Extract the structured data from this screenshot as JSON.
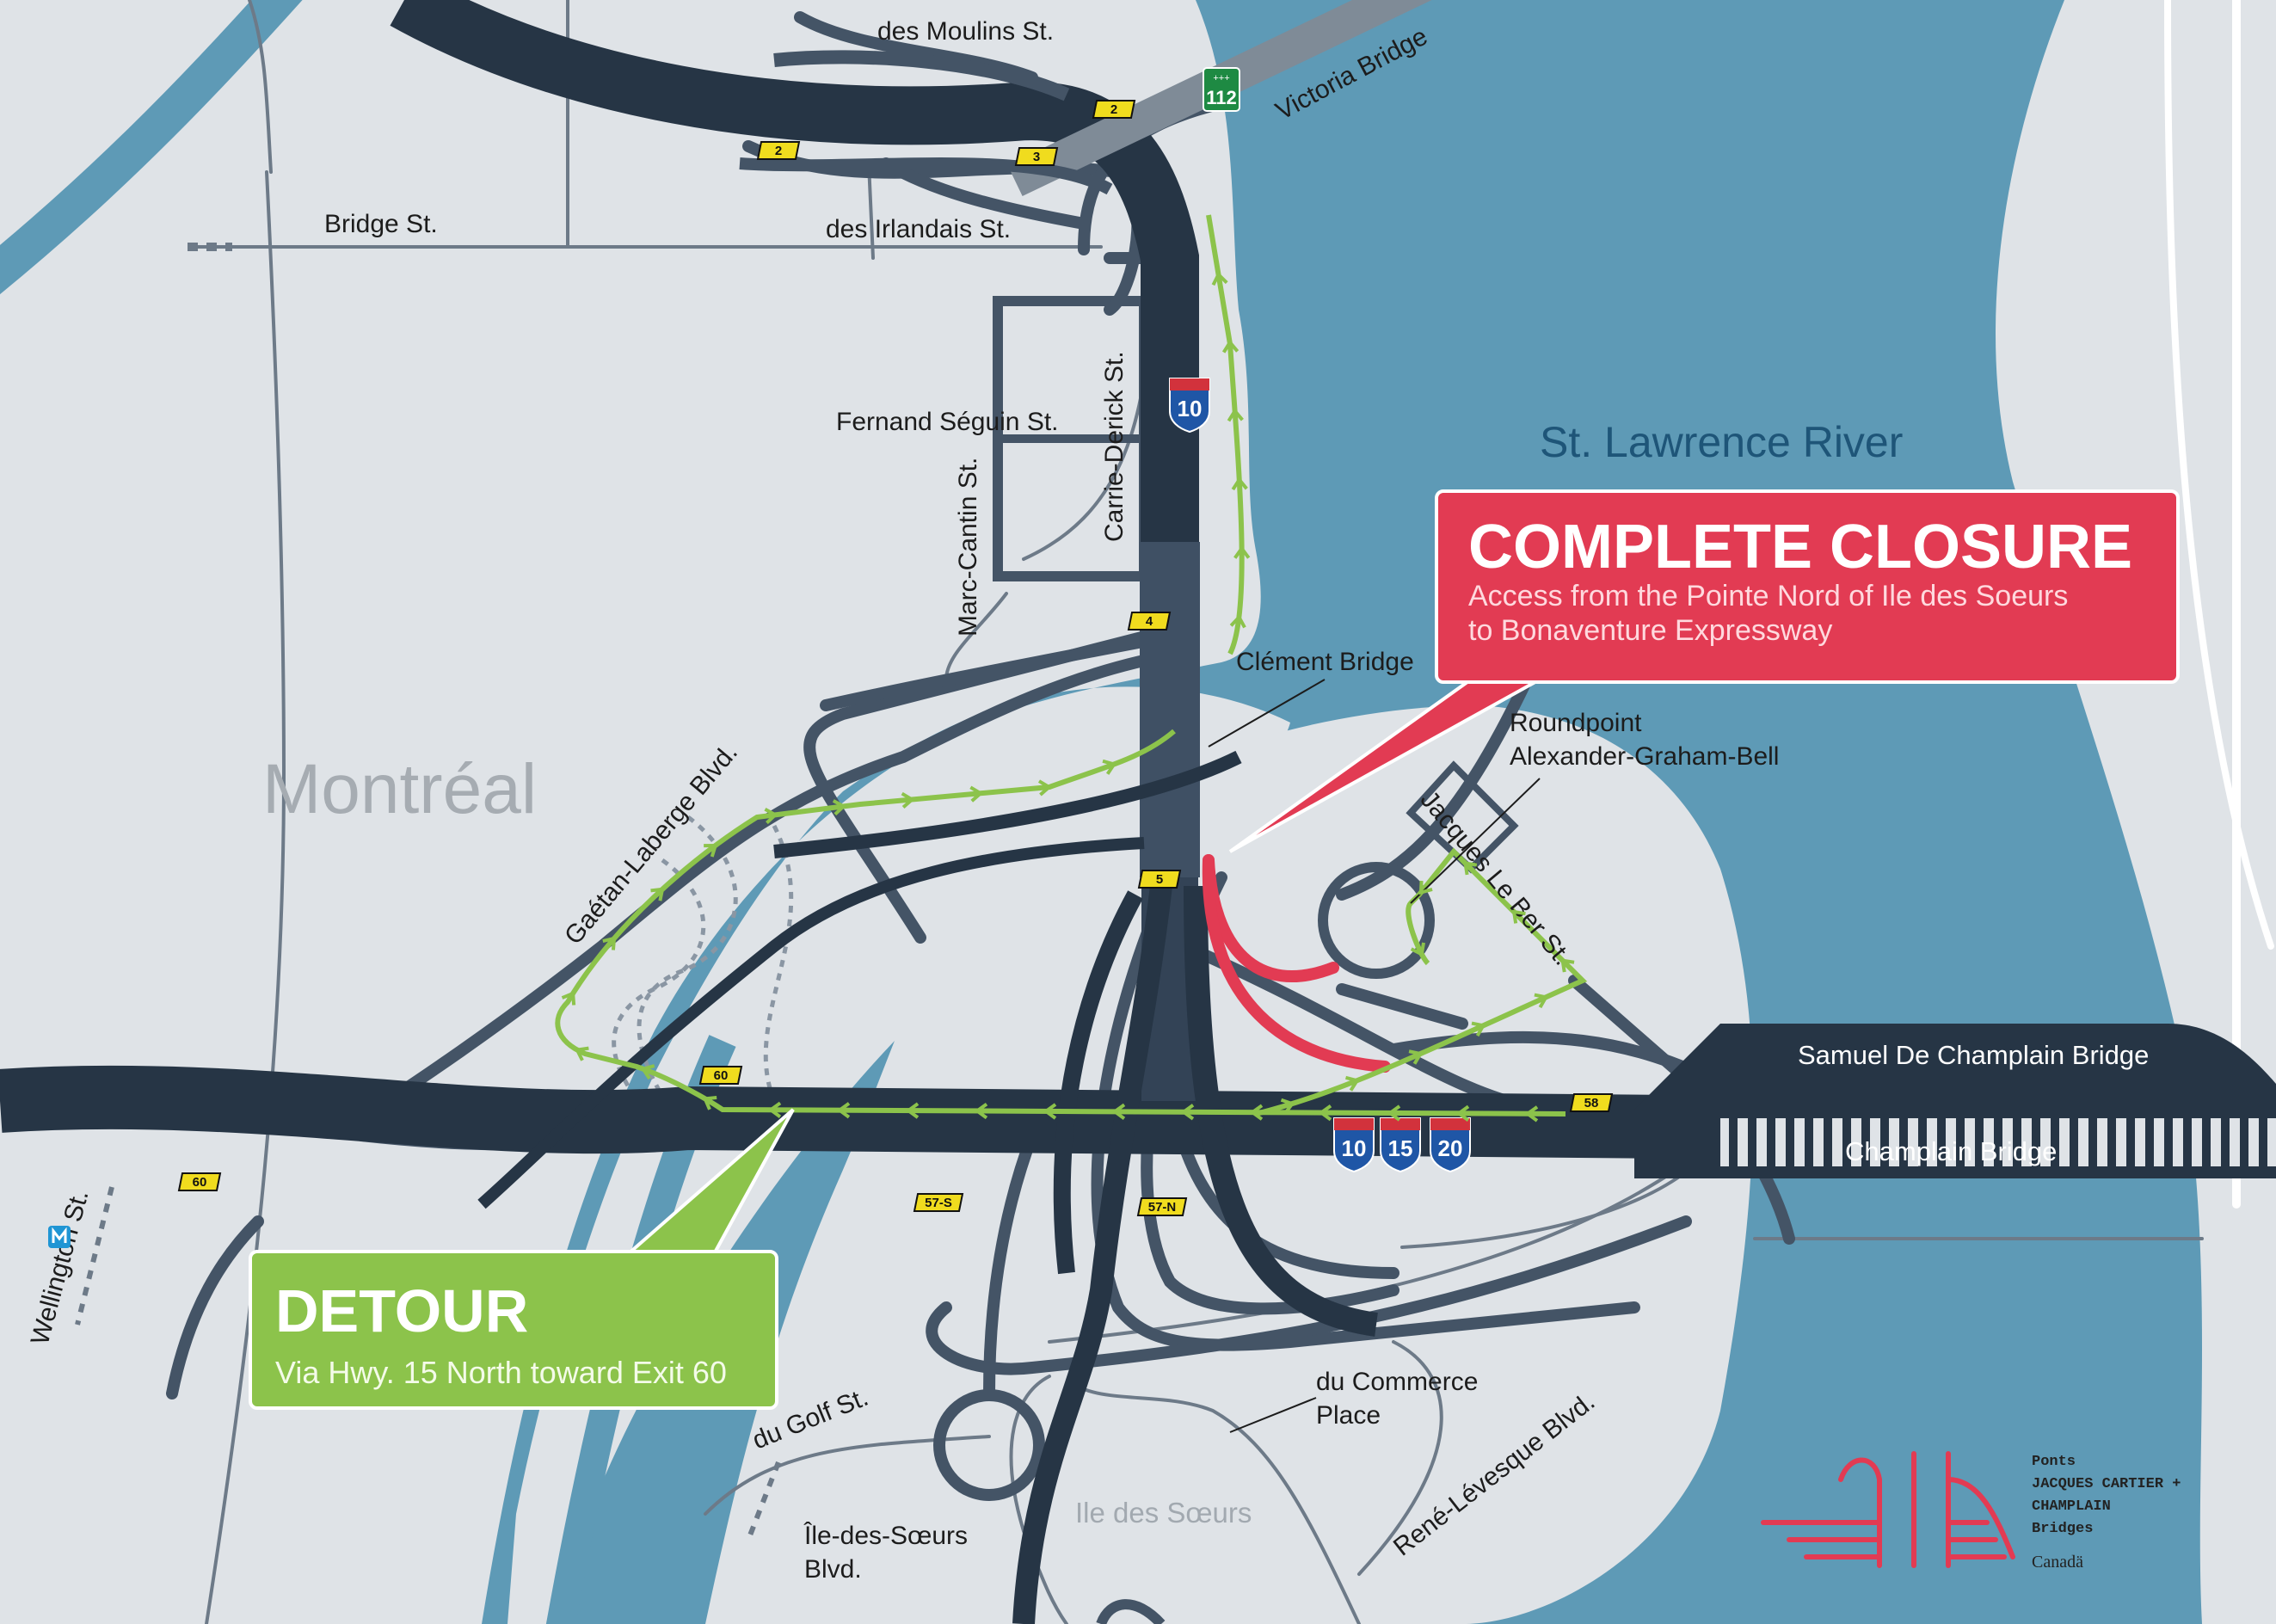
{
  "labels": {
    "moulins": "des Moulins St.",
    "victoria": "Victoria Bridge",
    "irlandais": "des Irlandais St.",
    "bridge_st": "Bridge St.",
    "fernand": "Fernand Séguin St.",
    "carrie": "Carrie-Derick St.",
    "cantin": "Marc-Cantin St.",
    "river": "St. Lawrence River",
    "clement": "Clément Bridge",
    "roundpoint_1": "Roundpoint",
    "roundpoint_2": "Alexander-Graham-Bell",
    "montreal": "Montréal",
    "gaetan": "Gaétan-Laberge Blvd.",
    "jacques": "Jacques Le Ber St.",
    "samuel": "Samuel De Champlain Bridge",
    "champlain": "Champlain Bridge",
    "wellington": "Wellington St.",
    "golf": "du Golf St.",
    "commerce_1": "du Commerce",
    "commerce_2": "Place",
    "rene": "René-Lévesque Blvd.",
    "ile_1": "Île-des-Sœurs",
    "ile_2": "Blvd.",
    "ile_area": "Ile des Sœurs"
  },
  "closure": {
    "title": "COMPLETE CLOSURE",
    "line1": "Access from the Pointe Nord of Ile des Soeurs",
    "line2": "to Bonaventure Expressway"
  },
  "detour": {
    "title": "DETOUR",
    "text": "Via Hwy. 15 North toward Exit 60"
  },
  "exits": [
    "2",
    "2",
    "3",
    "4",
    "5",
    "60",
    "60",
    "58",
    "57-S",
    "57-N"
  ],
  "shields": {
    "route_112": "112",
    "hwy_a": "10",
    "hwy_b": "10",
    "hwy_c": "15",
    "hwy_d": "20"
  },
  "logo": {
    "line1": "Ponts",
    "line2": "JACQUES CARTIER +",
    "line3": "CHAMPLAIN",
    "line4": "Bridges",
    "canada": "Canadä"
  },
  "colors": {
    "water": "#5e9ab6",
    "land": "#dfe3e7",
    "highway": "#263545",
    "closure": "#e23b53",
    "detour": "#8cc34b"
  },
  "icons": {
    "metro": "metro-icon"
  }
}
